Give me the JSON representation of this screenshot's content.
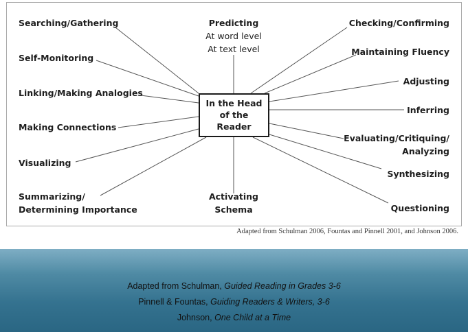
{
  "diagram": {
    "center": [
      "In the Head",
      "of the",
      "Reader"
    ],
    "top": {
      "title": "Predicting",
      "lines": [
        "At word level",
        "At text level"
      ]
    },
    "bottom": [
      "Activating",
      "Schema"
    ],
    "left": [
      "Searching/Gathering",
      "Self-Monitoring",
      "Linking/Making Analogies",
      "Making Connections",
      "Visualizing"
    ],
    "left_bottom": [
      "Summarizing/",
      "Determining Importance"
    ],
    "right": [
      "Checking/Confirming",
      "Maintaining Fluency",
      "Adjusting",
      "Inferring"
    ],
    "right_eval": [
      "Evaluating/Critiquing/",
      "Analyzing"
    ],
    "right_lower": [
      "Synthesizing",
      "Questioning"
    ],
    "attribution": "Adapted from Schulman 2006, Fountas and Pinnell 2001, and Johnson 2006."
  },
  "citations": {
    "line1_prefix": "Adapted from Schulman, ",
    "line1_title": "Guided Reading in Grades 3-6",
    "line2_prefix": "Pinnell & Fountas, ",
    "line2_title": "Guiding Readers & Writers, 3-6",
    "line3_prefix": "Johnson, ",
    "line3_title": "One Child at a Time"
  }
}
